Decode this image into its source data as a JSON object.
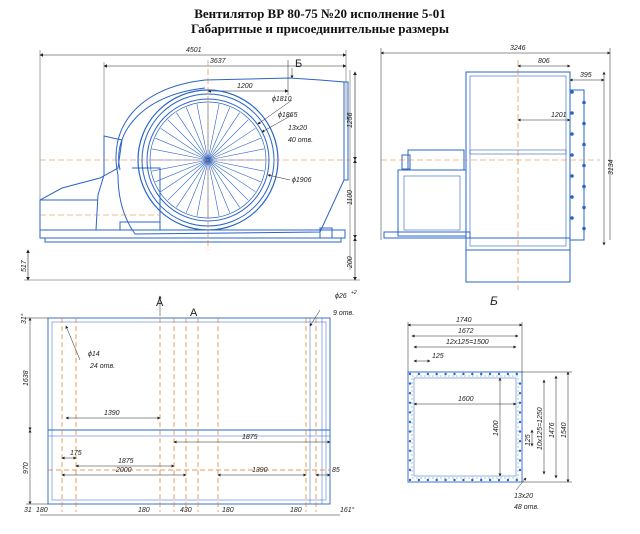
{
  "title_line1": "Вентилятор ВР 80-75 №20 исполнение 5-01",
  "title_line2": "Габаритные и присоединительные размеры",
  "view_labels": {
    "section_b": "Б",
    "arrow_a": "А",
    "section_a": "А",
    "view_b_title": "Б"
  },
  "front_view": {
    "overall_width": "4501",
    "width_3637": "3637",
    "width_1200": "1200",
    "dia_1810": "ϕ1810",
    "dia_1865": "ϕ1865",
    "holes": "13х20",
    "holes_count": "40 отв.",
    "dia_1906": "ϕ1906",
    "height_1256": "1256",
    "height_1100": "1100",
    "height_200": "200",
    "height_517": "517"
  },
  "side_view": {
    "overall_width": "3246",
    "width_806": "806",
    "width_395": "395",
    "width_1201": "1201",
    "height_3134": "3134"
  },
  "plan_view": {
    "angle_top": "31°",
    "hole_dia": "ϕ26",
    "hole_tol": "+2",
    "hole_count": "9 отв.",
    "dia_14": "ϕ14",
    "count_24": "24 отв.",
    "height_1638": "1638",
    "height_970": "970",
    "angle_bottom": "31",
    "d1390a": "1390",
    "d1875a": "1875",
    "d175": "175",
    "d1875b": "1875",
    "d2000": "2000",
    "d1390b": "1390",
    "d85": "85",
    "b180a": "180",
    "b180b": "180",
    "b430": "430",
    "b180c": "180",
    "b180d": "180",
    "b161": "161°"
  },
  "flange_view": {
    "w1740": "1740",
    "w1672": "1672",
    "w_pitch": "12х125=1500",
    "w125": "125",
    "w1600": "1600",
    "h1400": "1400",
    "h_pitch": "10х125=1250",
    "h1476": "1476",
    "h1540": "1540",
    "h125": "125",
    "holes": "13х20",
    "holes_count": "48 отв."
  }
}
